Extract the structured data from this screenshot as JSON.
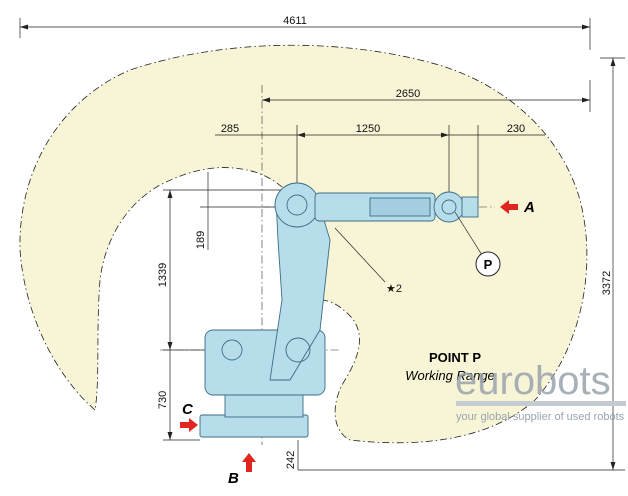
{
  "dimensions": {
    "total_width": "4611",
    "reach": "2650",
    "base_offset": "285",
    "arm_length": "1250",
    "wrist_offset": "230",
    "total_height": "3372",
    "upper_arm": "1339",
    "arm_offset": "189",
    "base_height": "730",
    "floor_height": "242"
  },
  "labels": {
    "point_p": "POINT P",
    "working_range": "Working Range",
    "p_marker": "P",
    "note_marker": "★2"
  },
  "arrows": {
    "a": "A",
    "b": "B",
    "c": "C"
  },
  "watermark": {
    "brand": "eurobots",
    "tagline": "your global supplier of used robots"
  },
  "colors": {
    "working_range_fill": "#f8f4d6",
    "robot_fill": "#b7dcea",
    "robot_stroke": "#3b6e84",
    "arrow_red": "#e0261f",
    "watermark": "#9aa4ae"
  }
}
